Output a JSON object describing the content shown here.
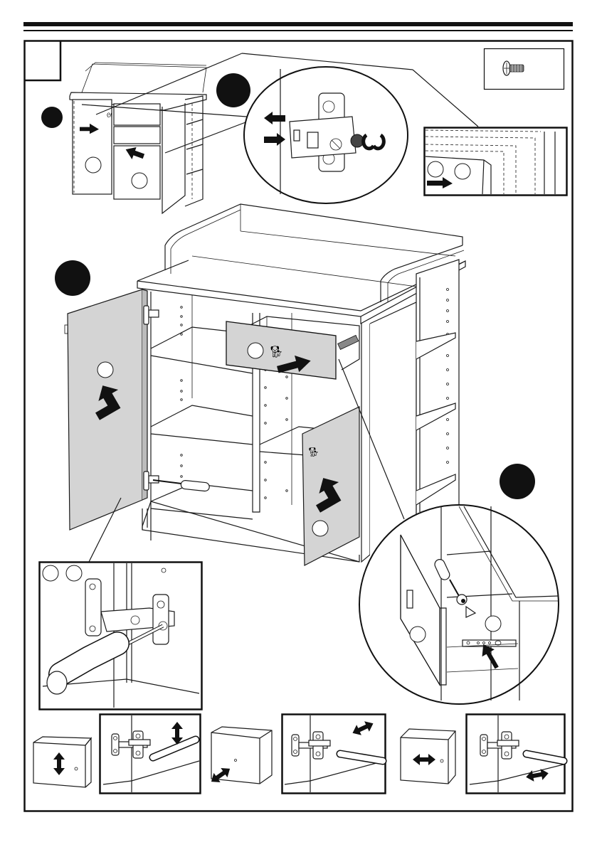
{
  "page": {
    "title": "",
    "step_number": "",
    "colors": {
      "ink": "#111111",
      "door_fill": "#d4d4d4",
      "paper": "#ffffff"
    }
  },
  "callouts": {
    "part_circles": [
      "",
      "",
      "",
      "",
      "",
      "",
      "",
      "",
      "",
      "",
      ""
    ],
    "step_markers": [
      "",
      "",
      "",
      ""
    ]
  },
  "icons": {
    "hardware_part": "screw-icon",
    "hinge": "hinge-icon",
    "drawer_runner": "drawer-runner-icon",
    "screwdriver": "screwdriver-icon",
    "push_arrow": "arrow-icon",
    "adjust_vertical": "vertical-double-arrow-icon",
    "adjust_depth": "depth-double-arrow-icon",
    "adjust_horizontal": "horizontal-double-arrow-icon",
    "animal_handle": "dog-handle-icon"
  },
  "adjustments": [
    {
      "name": "height",
      "icon": "vertical-double-arrow-icon"
    },
    {
      "name": "depth",
      "icon": "depth-double-arrow-icon"
    },
    {
      "name": "side",
      "icon": "horizontal-double-arrow-icon"
    }
  ]
}
